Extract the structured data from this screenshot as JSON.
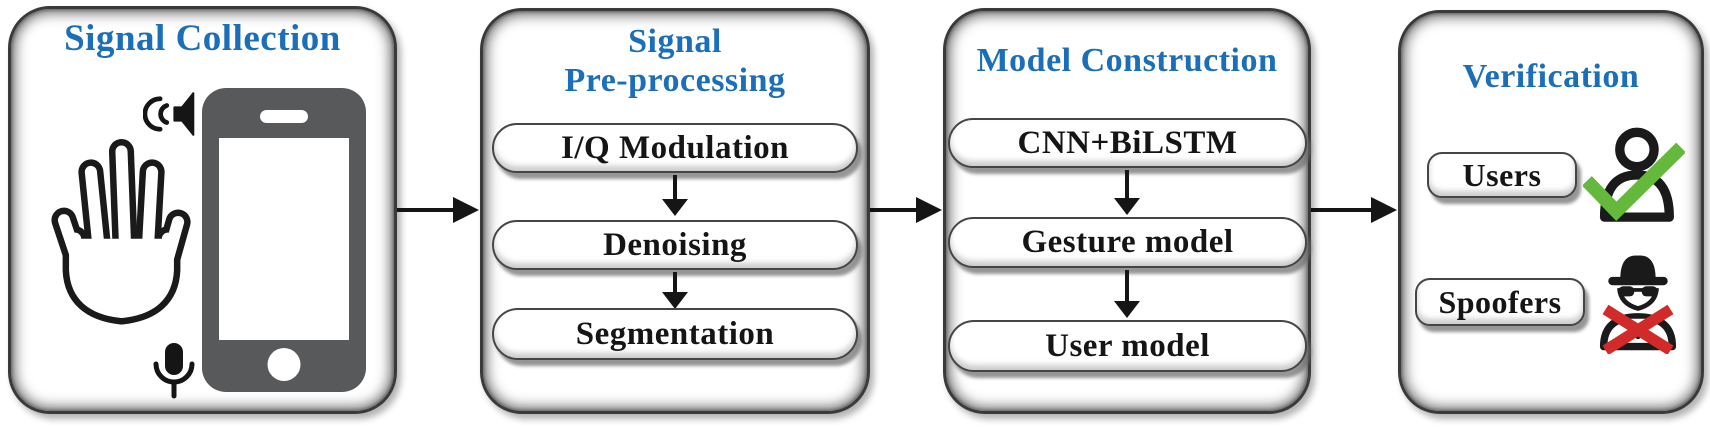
{
  "figure": {
    "stages": [
      {
        "title": "Signal Collection",
        "icons": [
          "hand-gesture-icon",
          "speaker-icon",
          "smartphone-icon",
          "microphone-icon"
        ]
      },
      {
        "title": "Signal Pre-processing",
        "title_lines": [
          "Signal",
          "Pre-processing"
        ],
        "steps": [
          "I/Q Modulation",
          "Denoising",
          "Segmentation"
        ]
      },
      {
        "title": "Model Construction",
        "steps": [
          "CNN+BiLSTM",
          "Gesture model",
          "User model"
        ]
      },
      {
        "title": "Verification",
        "outcomes": [
          {
            "label": "Users",
            "icon": "user-check-icon",
            "mark": "check",
            "mark_color": "#64b93d"
          },
          {
            "label": "Spoofers",
            "icon": "spoofer-cross-icon",
            "mark": "cross",
            "mark_color": "#d22a28"
          }
        ]
      }
    ],
    "colors": {
      "title_blue": "#1b6fb8",
      "ink": "#1a1a1a",
      "phone_gray": "#58595b",
      "check_green": "#64b93d",
      "cross_red": "#d22a28"
    }
  }
}
